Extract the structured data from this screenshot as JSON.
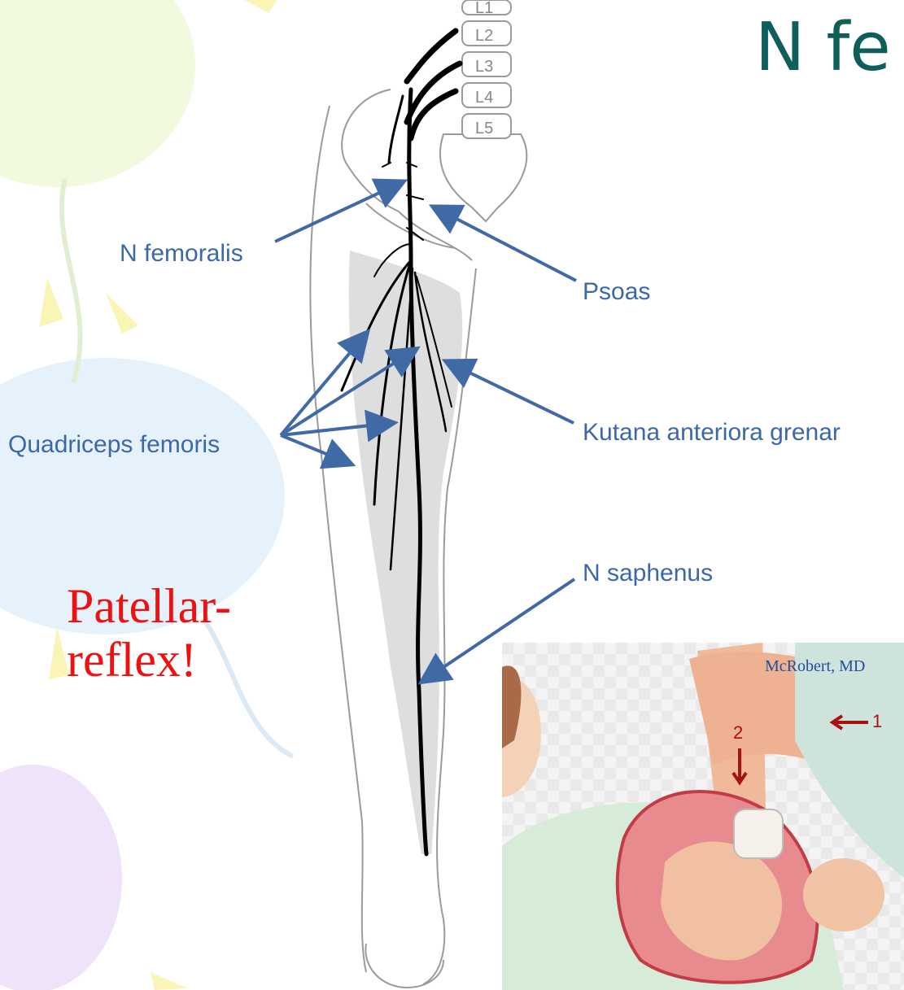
{
  "title": "N fe",
  "labels": {
    "n_femoralis": "N femoralis",
    "psoas": "Psoas",
    "quadriceps": "Quadriceps femoris",
    "kutana": "Kutana anteriora grenar",
    "saphenus": "N saphenus"
  },
  "vertebrae": [
    "L1",
    "L2",
    "L3",
    "L4",
    "L5"
  ],
  "reflex_line1": "Patellar-",
  "reflex_line2": "reflex!",
  "inset": {
    "credit": "McRobert, MD",
    "step1": "1",
    "step2": "2"
  },
  "colors": {
    "label": "#3a68a8",
    "arrow": "#3f6aa6",
    "title": "#0e5e5a",
    "reflex": "#ee1111",
    "nerve": "#000000"
  }
}
